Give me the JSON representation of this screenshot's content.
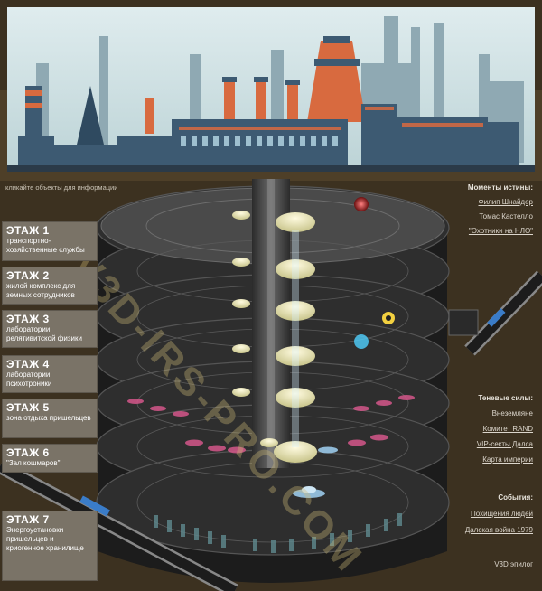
{
  "hint": "кликайте объекты для информации",
  "floors": [
    {
      "title": "ЭТАЖ 1",
      "desc": "транспортно-хозяйственные службы"
    },
    {
      "title": "ЭТАЖ 2",
      "desc": "жилой комплекс для земных сотрудников"
    },
    {
      "title": "ЭТАЖ 3",
      "desc": "лаборатории релятивитской физики"
    },
    {
      "title": "ЭТАЖ 4",
      "desc": "лаборатории психотроники"
    },
    {
      "title": "ЭТАЖ 5",
      "desc": "зона отдыха пришельцев"
    },
    {
      "title": "ЭТАЖ 6",
      "desc": "\"Зал кошмаров\""
    },
    {
      "title": "ЭТАЖ 7",
      "desc": "Энергоустановки пришельцев и криогенное хранилище"
    }
  ],
  "sidebar": {
    "truth_heading": "Моменты истины:",
    "truth_links": [
      "Филип Шнайдер",
      "Томас Кастелло",
      "\"Охотники на НЛО\""
    ],
    "shadow_heading": "Теневые силы:",
    "shadow_links": [
      "Внеземляне",
      "Комитет RAND",
      "VIP-секты Далса",
      "Карта империи"
    ],
    "events_heading": "События:",
    "events_links": [
      "Похищения людей",
      "Далская война 1979"
    ],
    "epilogue_link": "V3D эпилог"
  },
  "watermark": "V3D-IRS-PRO.COM",
  "colors": {
    "sky": "#cfe3e6",
    "factory": "#3d5a72",
    "chimney": "#d86a3f",
    "ground": "#3a2f1c",
    "floor": "#2a2a2a",
    "label_bg": "#7a7367"
  }
}
